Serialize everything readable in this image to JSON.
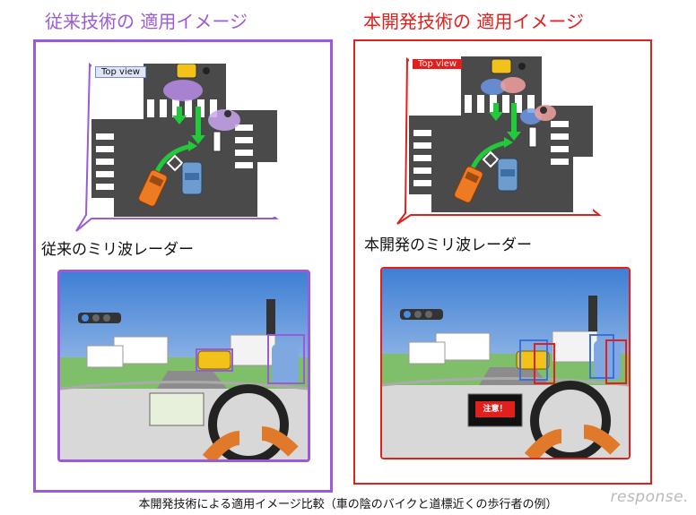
{
  "headings": {
    "left": "従来技術の 適用イメージ",
    "right": "本開発技術の 適用イメージ"
  },
  "top_view": {
    "left_tag": "Top view",
    "right_tag": "Top view"
  },
  "radar_labels": {
    "left": "従来のミリ波レーダー",
    "right": "本開発のミリ波レーダー"
  },
  "driver_view": {
    "warning_text": "注意！"
  },
  "caption": "本開発技術による適用イメージ比較（車の陰のバイクと道標近くの歩行者の例）",
  "watermark": "response.",
  "colors": {
    "conventional": "#9b5bd6",
    "developed": "#e0201c",
    "arrow": "#22c93a"
  }
}
